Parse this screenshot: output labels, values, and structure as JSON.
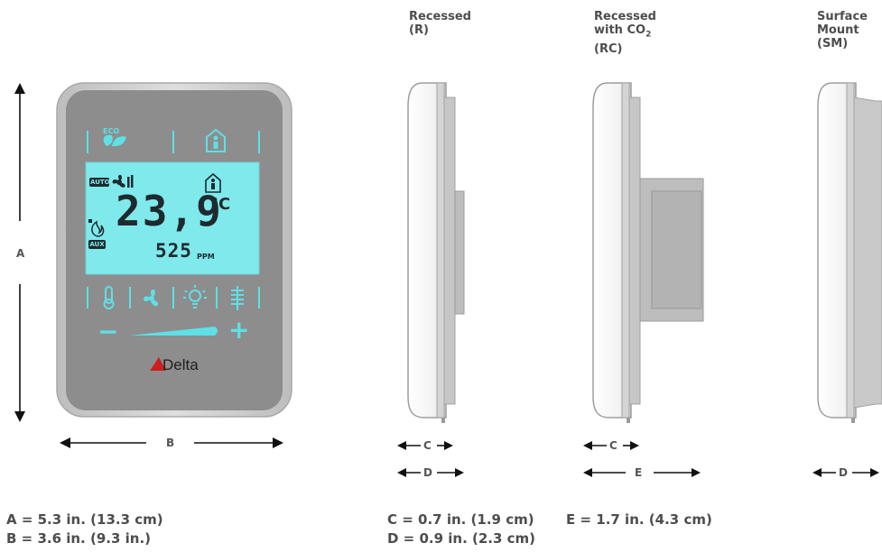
{
  "front": {
    "eco_label": "ECO",
    "mode": "AUTO",
    "temperature": "23,9",
    "temp_unit": "°C",
    "aux": "AUX",
    "co2": "525",
    "co2_unit": "PPM",
    "minus": "−",
    "plus": "+",
    "brand": "Delta",
    "colors": {
      "screen": "#7fe9ec",
      "accent": "#5ee0e6",
      "body": "#c9c9c9",
      "panel": "#8c8c8c",
      "brand_red": "#cc1f1f"
    }
  },
  "views": {
    "recessed": {
      "title_line1": "Recessed",
      "title_line2": "(R)"
    },
    "recessed_co2": {
      "title_line1": "Recessed",
      "title_line2_main": "with CO",
      "title_line2_sub": "2",
      "title_line3": "(RC)"
    },
    "surface": {
      "title_line1": "Surface",
      "title_line2": "Mount",
      "title_line3": "(SM)"
    }
  },
  "dims": {
    "a": "A",
    "b": "B",
    "c1": "C",
    "d1": "D",
    "c2": "C",
    "e": "E",
    "d2": "D"
  },
  "specs": {
    "a": "A = 5.3 in. (13.3 cm)",
    "b": "B = 3.6 in. (9.3 in.)",
    "c": "C = 0.7 in. (1.9 cm)",
    "d": "D = 0.9 in. (2.3 cm)",
    "e": "E = 1.7 in. (4.3 cm)"
  }
}
